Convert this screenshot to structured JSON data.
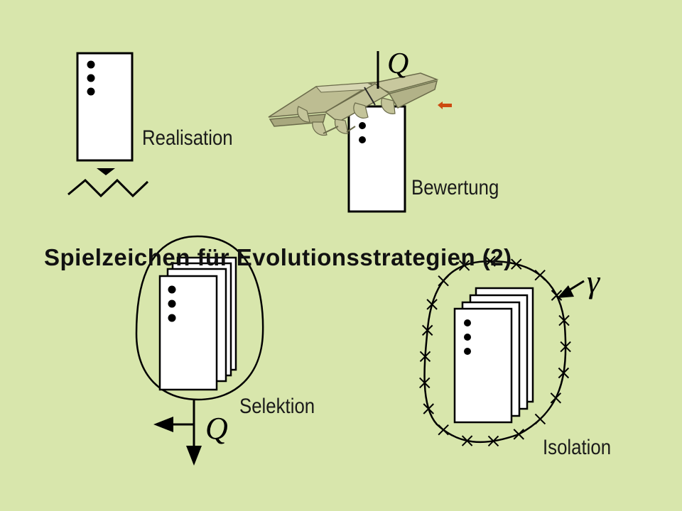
{
  "slide": {
    "title": "Spielzeichen für Evolutionsstrategien (2)",
    "background_color": "#d8e6ac"
  },
  "labels": {
    "realisation": "Realisation",
    "bewertung": "Bewertung",
    "selektion": "Selektion",
    "isolation": "Isolation"
  },
  "symbols": {
    "quality": "Q",
    "gamma": "γ"
  },
  "colors": {
    "ink": "#000000",
    "card": "#ffffff",
    "arrow_accent": "#cc4a10",
    "roof": "#c8c8a0"
  }
}
